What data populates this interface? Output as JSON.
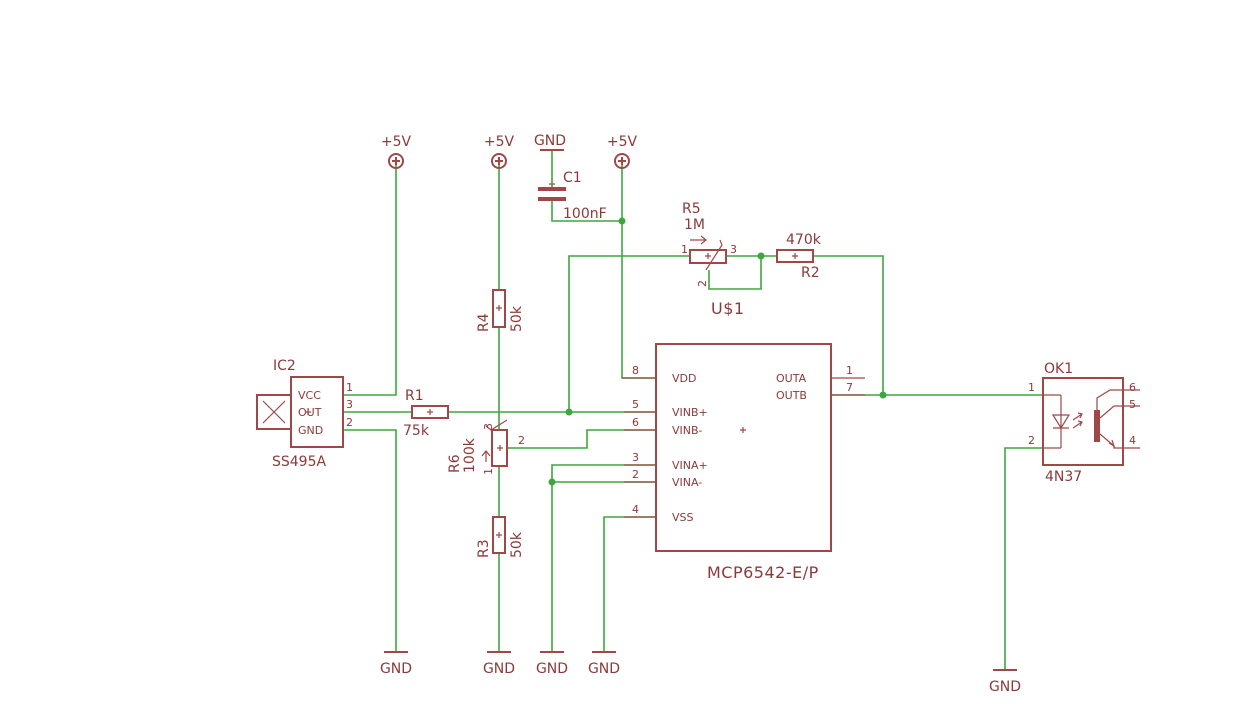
{
  "colors": {
    "part": "#a04848",
    "text": "#8b3a3a",
    "wire": "#3fa63f",
    "background": "#ffffff"
  },
  "supplies": {
    "vcc": "+5V",
    "gnd": "GND"
  },
  "ic2": {
    "name": "IC2",
    "value": "SS495A",
    "vcc": "VCC",
    "out": "OUT",
    "gnd": "GND",
    "p1": "1",
    "p3": "3",
    "p2": "2"
  },
  "r1": {
    "name": "R1",
    "value": "75k"
  },
  "r2": {
    "name": "R2",
    "value": "470k"
  },
  "r3": {
    "name": "R3",
    "value": "50k"
  },
  "r4": {
    "name": "R4",
    "value": "50k"
  },
  "r5": {
    "name": "R5",
    "value": "1M",
    "p1": "1",
    "p2": "2",
    "p3": "3",
    "group": "U$1"
  },
  "r6": {
    "name": "R6",
    "value": "100k",
    "p1": "1",
    "p2": "2",
    "p3": "3"
  },
  "c1": {
    "name": "C1",
    "value": "100nF"
  },
  "u": {
    "name": "MCP6542-E/P",
    "pins": {
      "vdd": "VDD",
      "vinbp": "VINB+",
      "vinbm": "VINB-",
      "vinap": "VINA+",
      "vinam": "VINA-",
      "vss": "VSS",
      "outa": "OUTA",
      "outb": "OUTB",
      "n8": "8",
      "n5": "5",
      "n6": "6",
      "n3": "3",
      "n2": "2",
      "n4": "4",
      "n1": "1",
      "n7": "7"
    }
  },
  "ok1": {
    "name": "OK1",
    "value": "4N37",
    "p1": "1",
    "p2": "2",
    "p6": "6",
    "p5": "5",
    "p4": "4"
  }
}
